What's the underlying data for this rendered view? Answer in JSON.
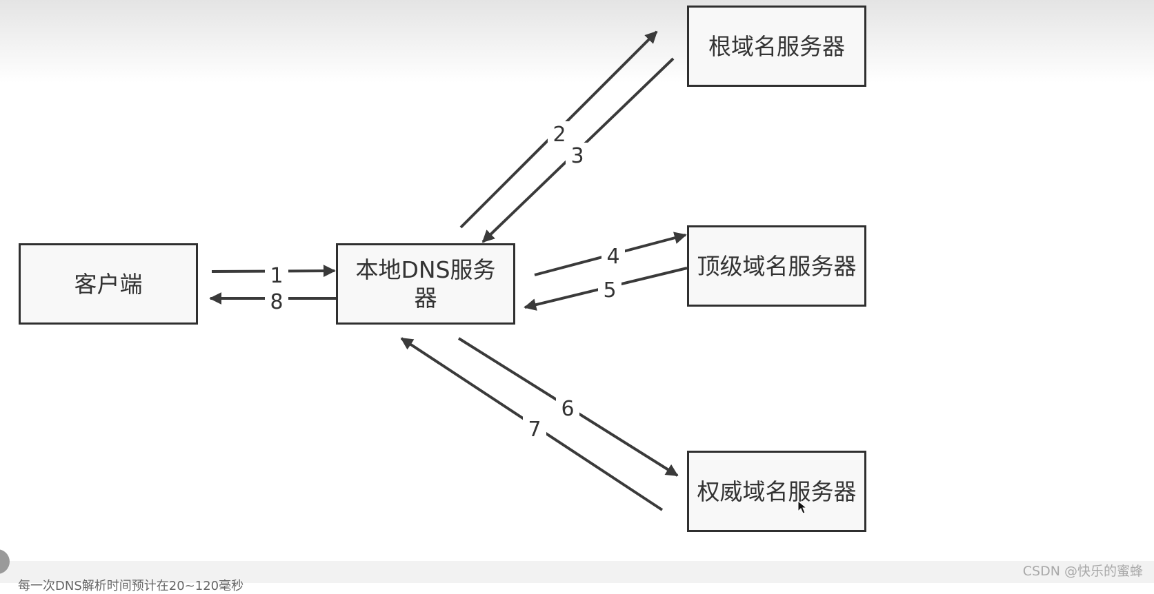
{
  "boxes": {
    "client": "客户端",
    "local_dns": "本地DNS服务器",
    "root": "根域名服务器",
    "tld": "顶级域名服务器",
    "authoritative": "权威域名服务器"
  },
  "steps": [
    "1",
    "2",
    "3",
    "4",
    "5",
    "6",
    "7",
    "8"
  ],
  "footer": {
    "note": "每一次DNS解析时间预计在20~120毫秒",
    "watermark": "CSDN @快乐的蜜蜂"
  },
  "colors": {
    "line": "#3a3a3a",
    "box_border": "#2f2f2f",
    "text": "#333333"
  }
}
